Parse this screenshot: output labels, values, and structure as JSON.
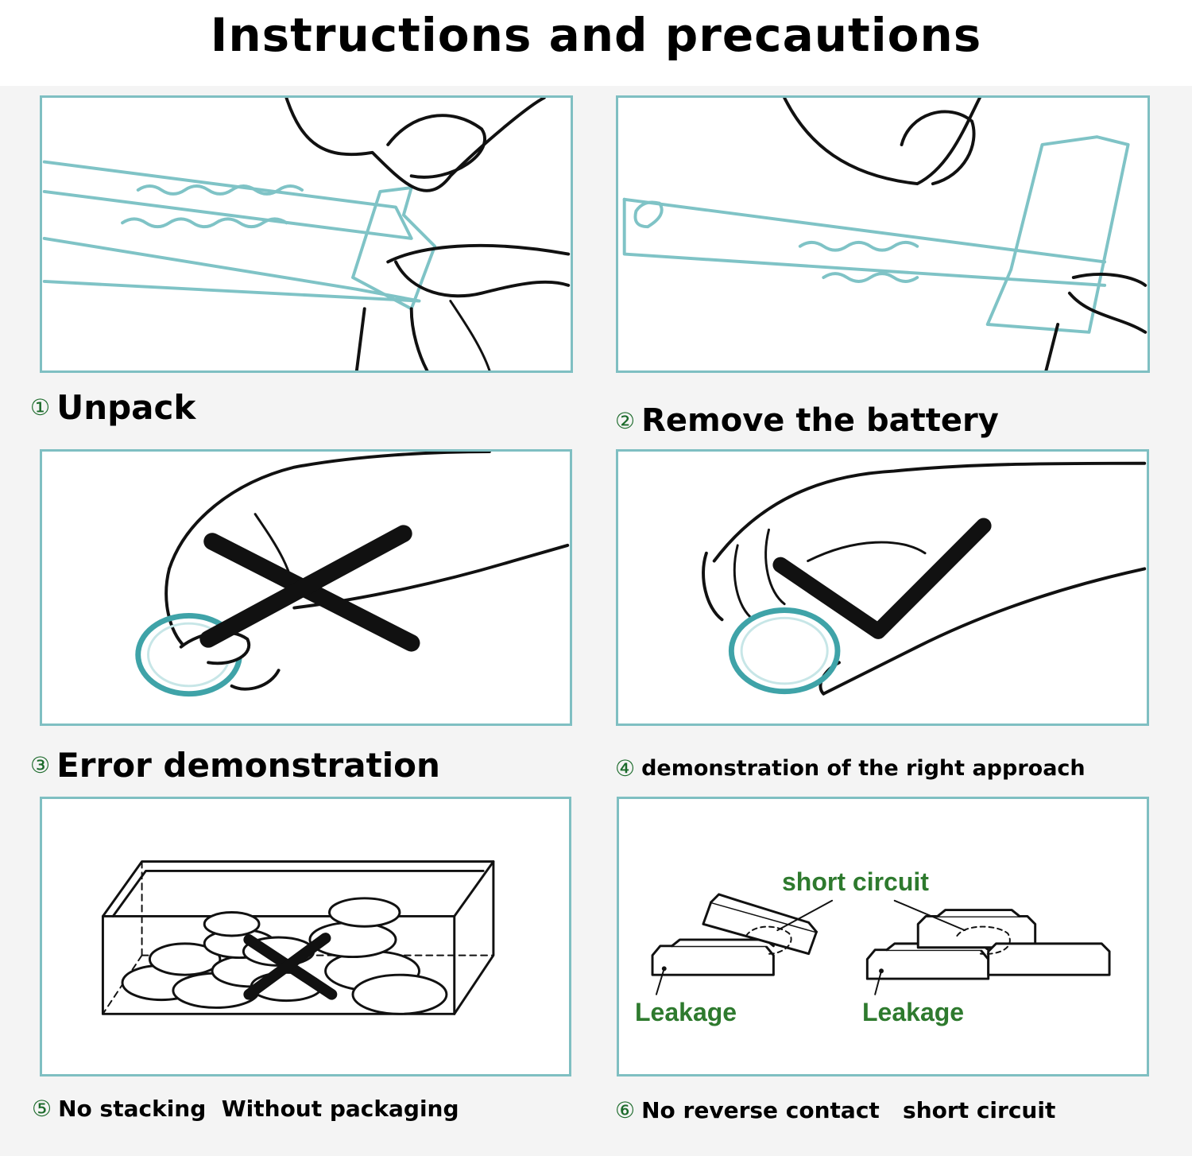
{
  "title": "Instructions and precautions",
  "steps": [
    {
      "num": "①",
      "caption": "Unpack"
    },
    {
      "num": "②",
      "caption": "Remove the battery"
    },
    {
      "num": "③",
      "caption": "Error demonstration"
    },
    {
      "num": "④",
      "caption": "demonstration of the right approach"
    },
    {
      "num": "⑤",
      "caption": "No stacking  Without packaging"
    },
    {
      "num": "⑥",
      "caption": "No reverse contact   short circuit"
    }
  ],
  "panel6_labels": {
    "short_circuit": "short circuit",
    "leakage_left": "Leakage",
    "leakage_right": "Leakage"
  },
  "colors": {
    "border": "#7fbfc2",
    "accent_teal": "#7fc3c6",
    "label_green": "#2e7a2e",
    "number_green": "#1b6a2a"
  },
  "icons": {
    "wrong_mark": "x-mark-icon",
    "right_mark": "check-mark-icon"
  }
}
